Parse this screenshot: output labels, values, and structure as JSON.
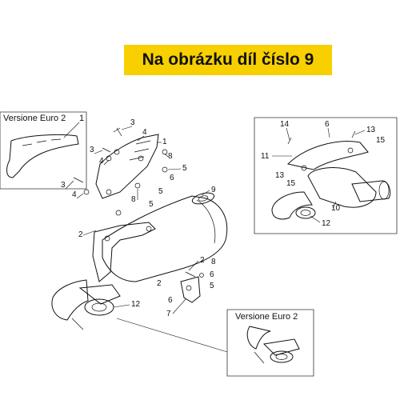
{
  "banner": {
    "text": "Na obrázku díl číslo 9",
    "color": "#f8d000"
  },
  "insets": {
    "top_left": {
      "label": "Versione Euro 2",
      "callout": "1"
    },
    "bottom_right": {
      "label": "Versione Euro 2"
    }
  },
  "callouts": {
    "main": [
      "3",
      "4",
      "3",
      "4",
      "3",
      "4",
      "1",
      "8",
      "5",
      "6",
      "5",
      "8",
      "5",
      "9",
      "2",
      "2",
      "8",
      "6",
      "2",
      "6",
      "5",
      "7",
      "12"
    ],
    "detail": [
      "14",
      "6",
      "13",
      "15",
      "11",
      "13",
      "15",
      "10",
      "12"
    ]
  }
}
